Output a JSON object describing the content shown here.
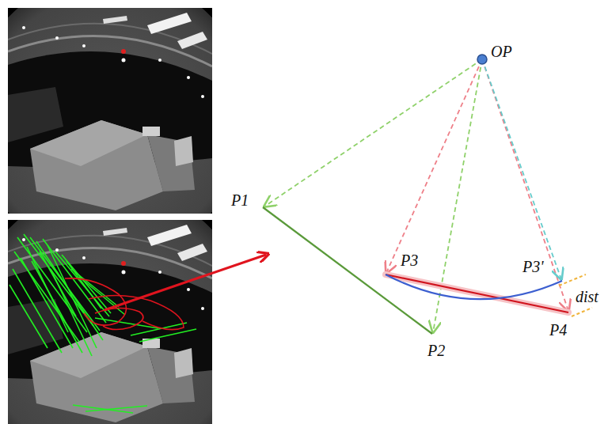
{
  "diagram": {
    "labels": [
      "OP",
      "P1",
      "P2",
      "P3",
      "P3'",
      "P4",
      "dist"
    ]
  }
}
